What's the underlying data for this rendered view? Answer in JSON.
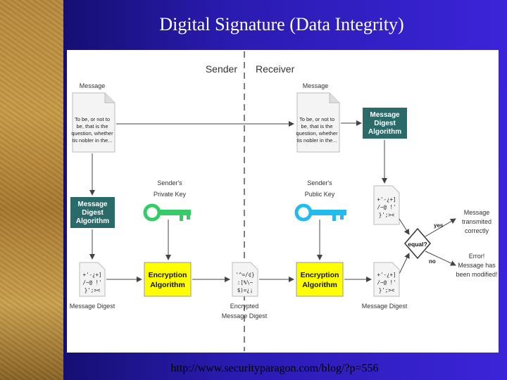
{
  "slide": {
    "title": "Digital Signature (Data Integrity)",
    "footer_url": "http://www.securityparagon.com/blog/?p=556"
  },
  "diagram": {
    "sender_header": "Sender",
    "receiver_header": "Receiver",
    "sender_message_label": "Message",
    "receiver_message_label": "Message",
    "message_text": [
      "To be, or not to",
      "be, that is the",
      "question, whether",
      "tis nobler in the..."
    ],
    "sender_mda": [
      "Message",
      "Digest",
      "Algorithm"
    ],
    "receiver_mda": [
      "Message",
      "Digest",
      "Algorithm"
    ],
    "private_key_label": [
      "Sender's",
      "Private Key"
    ],
    "public_key_label": [
      "Sender's",
      "Public Key"
    ],
    "encryption_algorithm": [
      "Encryption",
      "Algorithm"
    ],
    "decryption_algorithm": [
      "Encryption",
      "Algorithm"
    ],
    "digest_glyph": [
      "+'-¿+]",
      "/~@ !'",
      "}';><"
    ],
    "encrypted_glyph": [
      "'^=/¢}",
      ":[%\\~",
      "$)=¿¡"
    ],
    "sender_digest_label": "Message Digest",
    "encrypted_digest_label": [
      "Encrypted",
      "Message Digest"
    ],
    "receiver_digest_label": "Message Digest",
    "equal_label": "equal?",
    "yes_label": "yes",
    "no_label": "no",
    "success_message": [
      "Message",
      "transmited",
      "correctly"
    ],
    "error_message": [
      "Error!",
      "Message has",
      "been modified!"
    ],
    "colors": {
      "mda_box": "#2a6b6a",
      "algo_box": "#ffff00",
      "key": "#33cc66",
      "public_key": "#22bbee"
    }
  }
}
